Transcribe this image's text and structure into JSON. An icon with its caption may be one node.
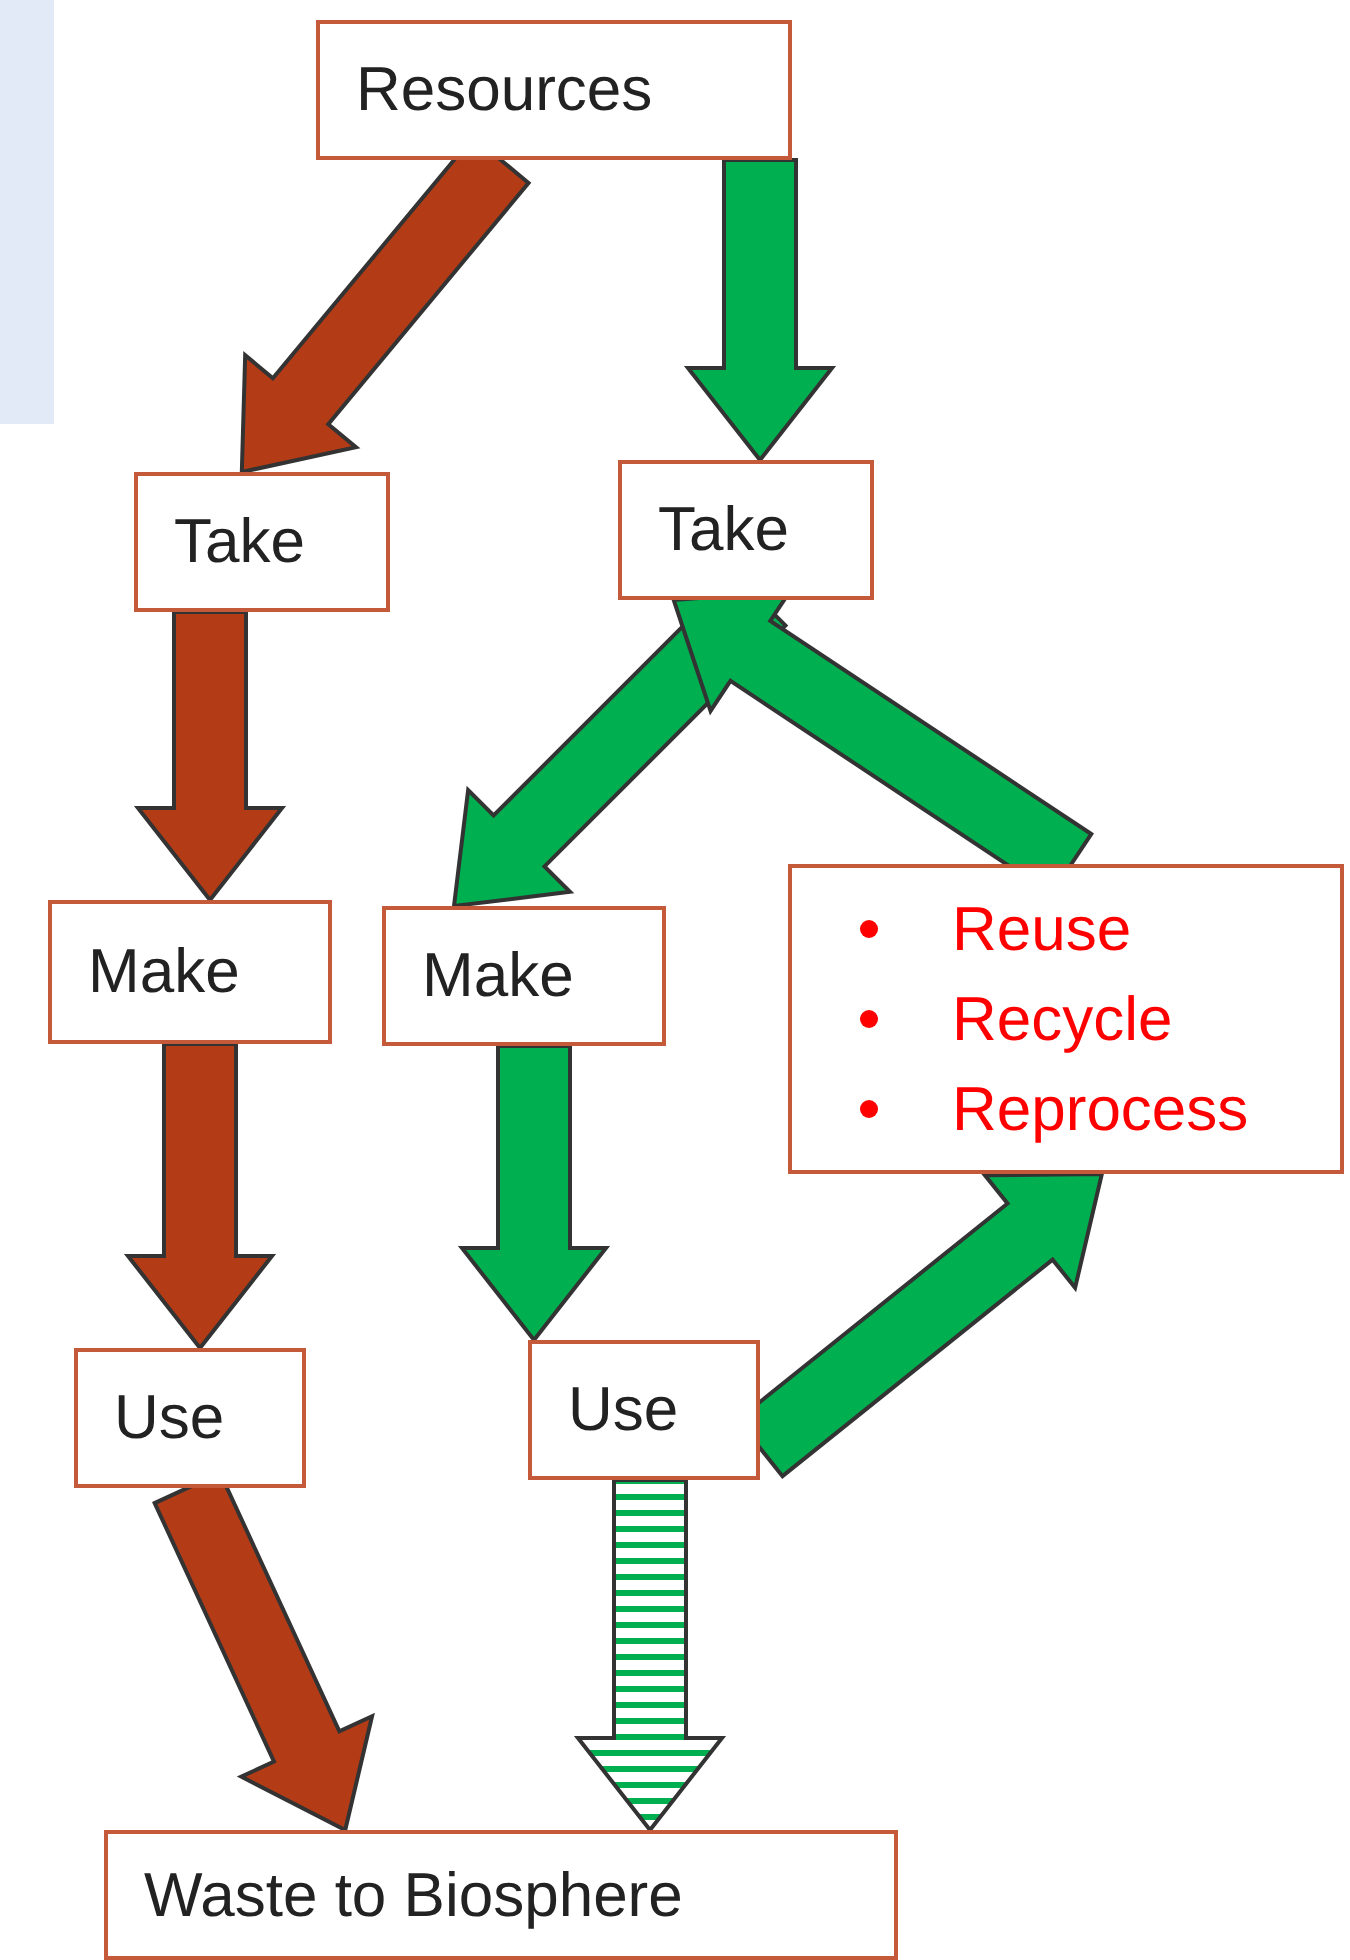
{
  "diagram": {
    "nodes": [
      {
        "text": [
          "Resources"
        ]
      },
      {
        "text": [
          "Take"
        ]
      },
      {
        "text": [
          "Take"
        ]
      },
      {
        "text": [
          "Make"
        ]
      },
      {
        "text": [
          "Make"
        ]
      },
      {
        "text": [
          "Reuse",
          "Recycle",
          "Reprocess"
        ]
      },
      {
        "text": [
          "Use"
        ]
      },
      {
        "text": [
          "Use"
        ]
      },
      {
        "text": [
          "Waste to Biosphere"
        ]
      }
    ],
    "edges": [
      {
        "from": 0,
        "to": 1,
        "arrow": "to",
        "color": "#b33c17"
      },
      {
        "from": 0,
        "to": 2,
        "arrow": "to"
      },
      {
        "from": 1,
        "to": 3,
        "arrow": "to",
        "color": "#b33c17"
      },
      {
        "from": 4,
        "to": 7,
        "arrow": "to"
      },
      {
        "from": 2,
        "to": 4,
        "arrow": "to"
      },
      {
        "from": 3,
        "to": 6,
        "arrow": "to",
        "color": "#b33c17"
      },
      {
        "from": 7,
        "to": 5,
        "arrow": "to"
      },
      {
        "from": 5,
        "to": 2,
        "arrow": "to"
      },
      {
        "from": 6,
        "to": 8,
        "arrow": "to",
        "color": "#b33c17"
      },
      {
        "from": 7,
        "to": 8,
        "arrow": "to",
        "style": "dashed"
      }
    ]
  }
}
